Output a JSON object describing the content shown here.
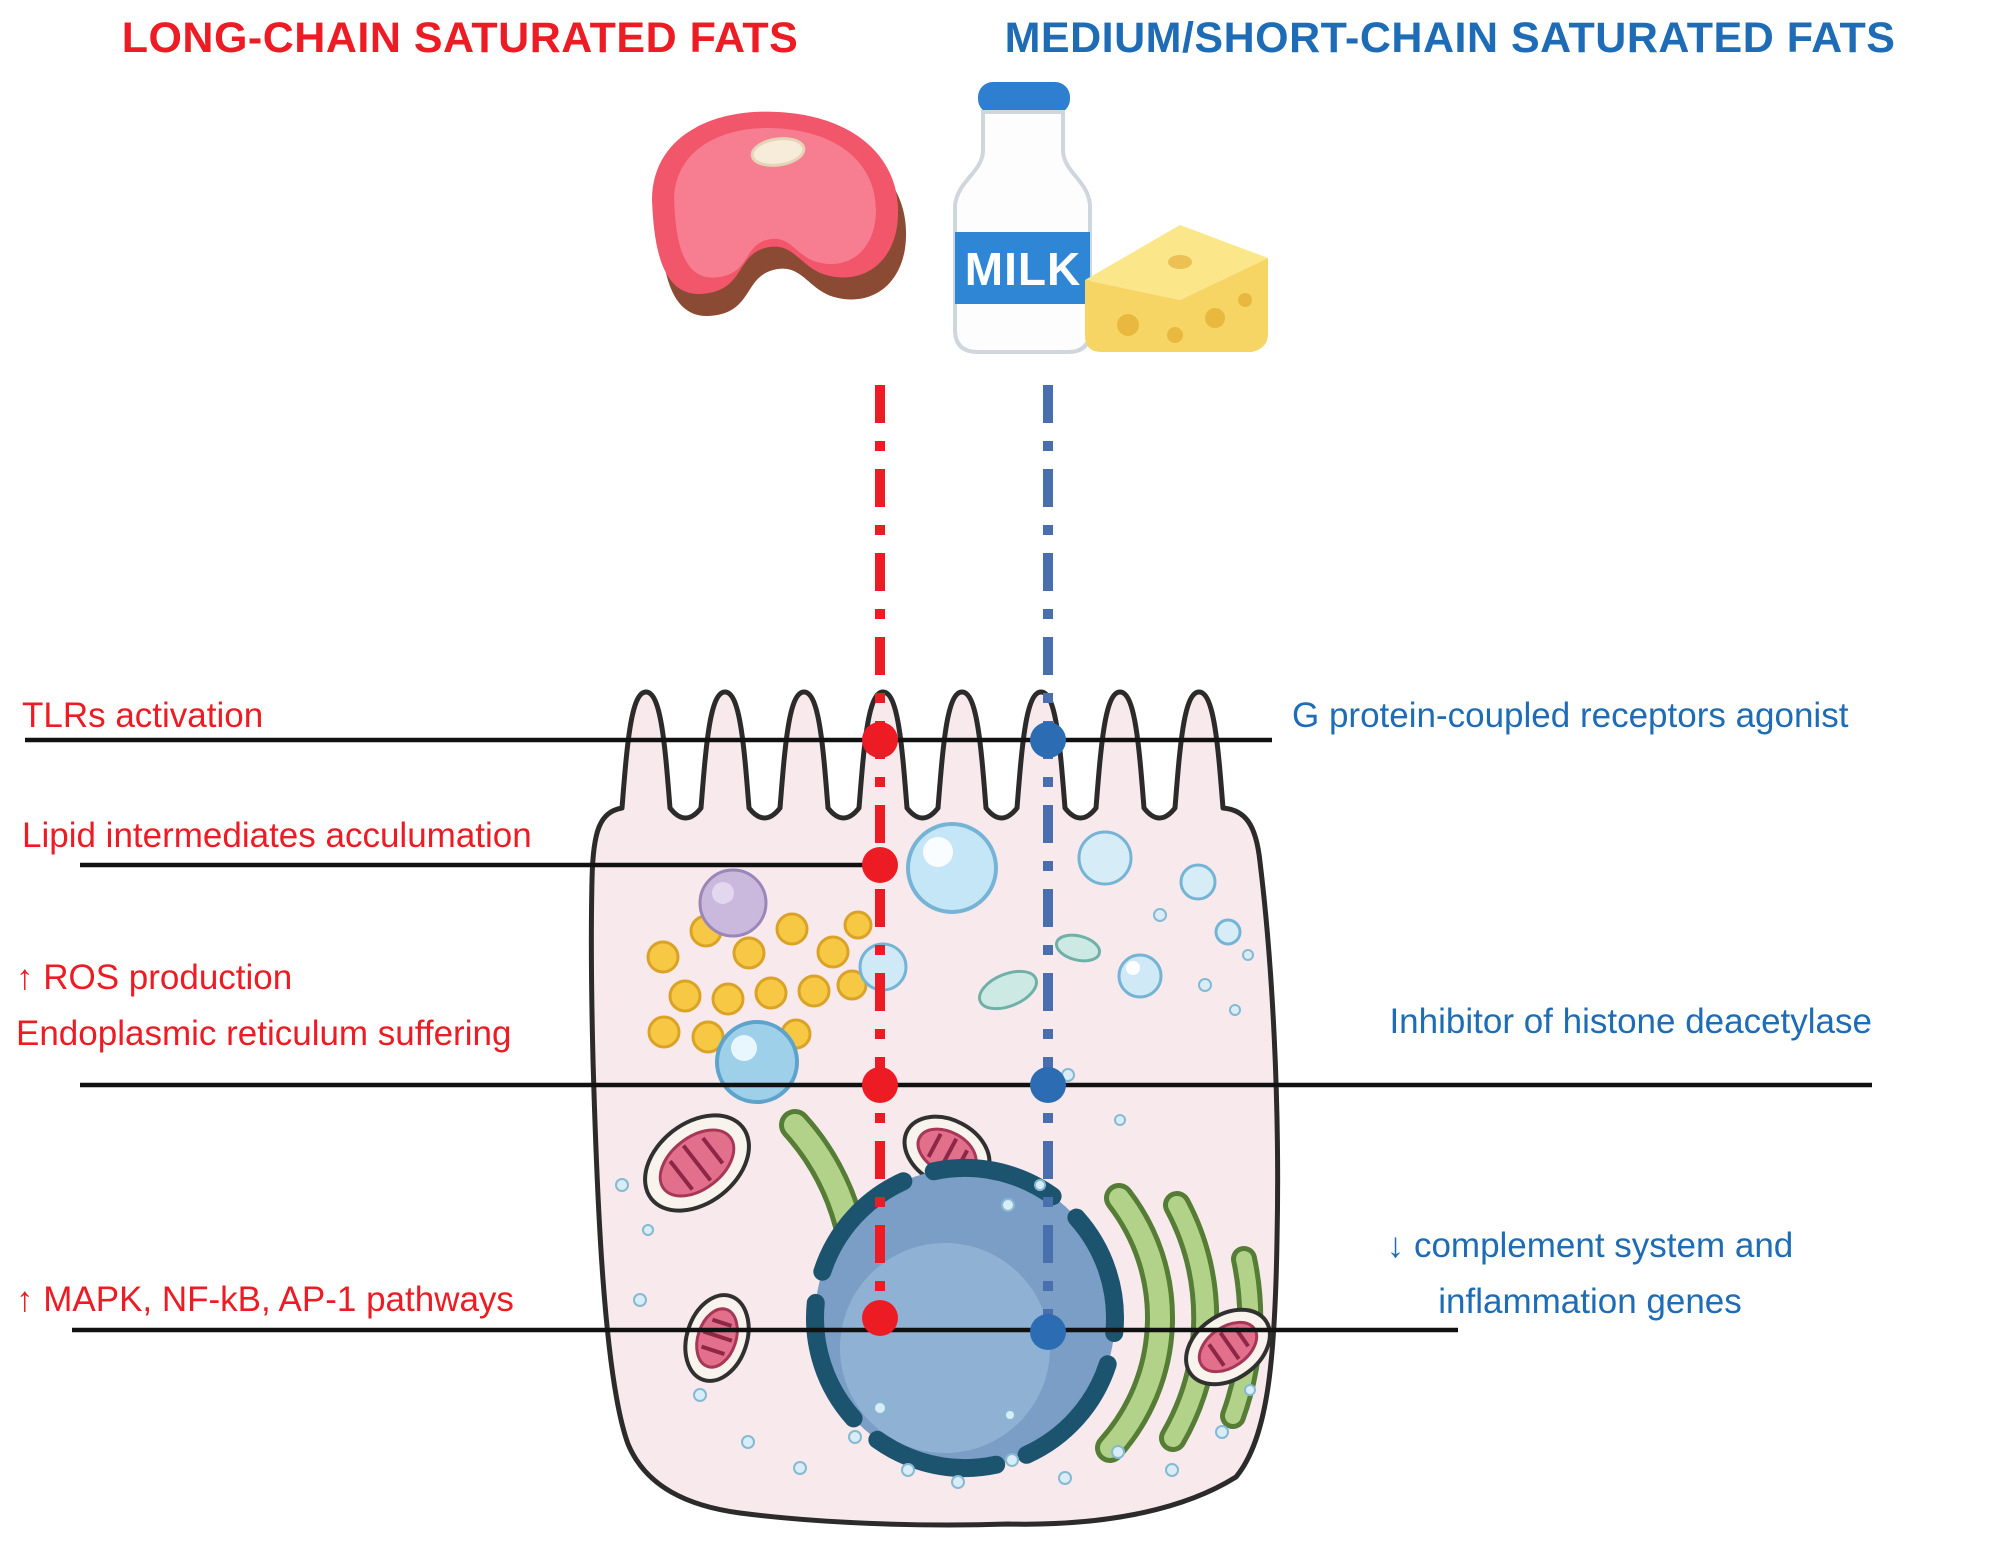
{
  "figure": {
    "title_left": "LONG-CHAIN SATURATED FATS",
    "title_right": "MEDIUM/SHORT-CHAIN SATURATED FATS"
  },
  "food_icons": {
    "meat": "steak-icon",
    "milk": "milk-bottle-icon",
    "milk_label": "MILK",
    "cheese": "cheese-wedge-icon"
  },
  "left_pathway": {
    "label1": "TLRs activation",
    "label2": "Lipid intermediates acculumation",
    "label3_line1": "↑  ROS production",
    "label3_line2": "Endoplasmic reticulum suffering",
    "label4": "↑ MAPK, NF-kB, AP-1 pathways"
  },
  "right_pathway": {
    "label1": "G protein-coupled receptors agonist",
    "label2": "Inhibitor of histone deacetylase",
    "label3_line1": "↓ complement system and",
    "label3_line2": "inflammation genes"
  },
  "colors": {
    "red": "#ed1c24",
    "blue": "#1e6cb5",
    "line_black": "#111111",
    "cell_fill": "#f8eaec",
    "nucleus_fill": "#7b9ec6",
    "mito_inner": "#e2708c",
    "green_organelle": "#b3d289",
    "vesicle_fill": "#d6edf8",
    "yellow_granule": "#f6c844"
  }
}
